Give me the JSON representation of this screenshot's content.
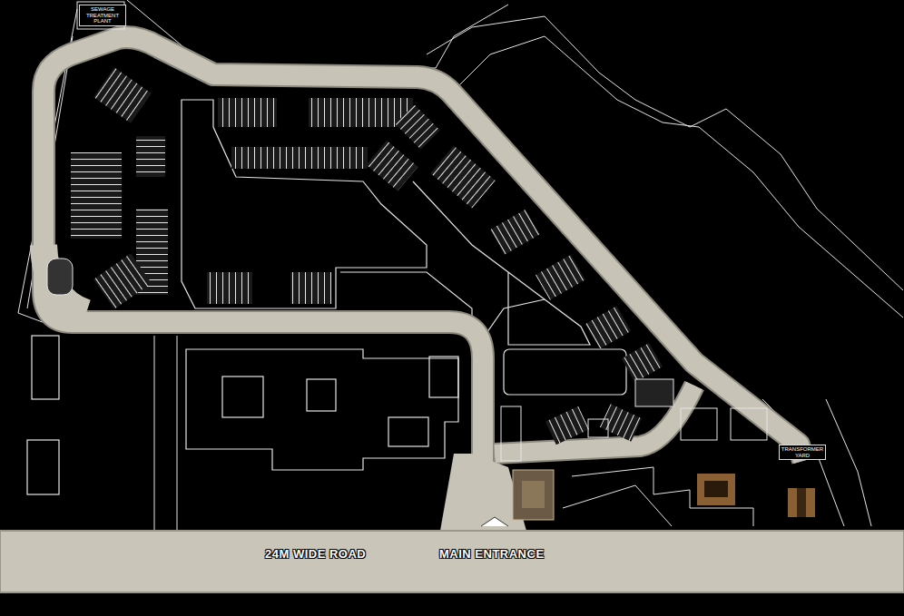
{
  "diagram": {
    "labels": [
      "24M WIDE ROAD",
      "MAIN ENTRANCE",
      "SEWAGE TREATMENT PLANT",
      "TRANSFORMER YARD"
    ]
  }
}
